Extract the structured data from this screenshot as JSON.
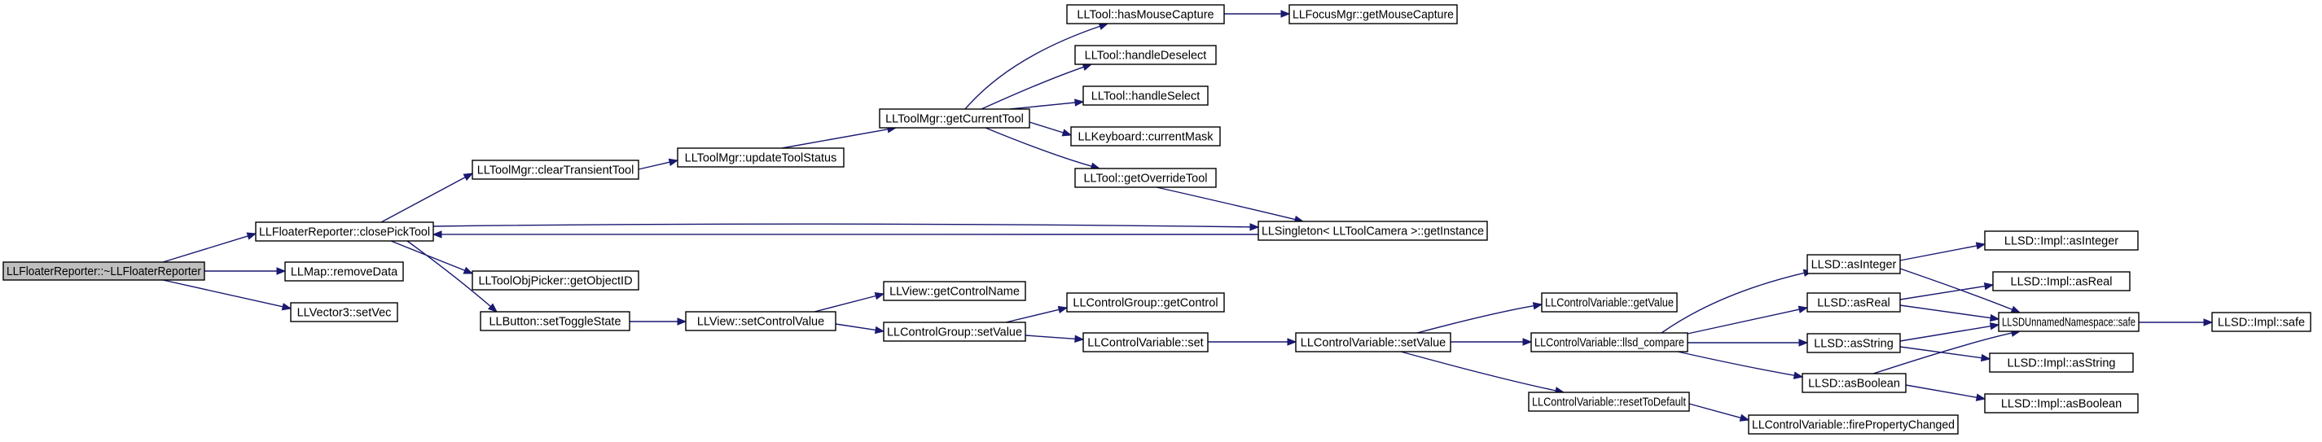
{
  "nodes": {
    "root": "LLFloaterReporter::~LLFloaterReporter",
    "closePickTool": "LLFloaterReporter::closePickTool",
    "removeData": "LLMap::removeData",
    "setVec": "LLVector3::setVec",
    "clearTransientTool": "LLToolMgr::clearTransientTool",
    "getInstance": "LLSingleton< LLToolCamera >::getInstance",
    "getObjectID": "LLToolObjPicker::getObjectID",
    "setToggleState": "LLButton::setToggleState",
    "updateToolStatus": "LLToolMgr::updateToolStatus",
    "getCurrentTool": "LLToolMgr::getCurrentTool",
    "hasMouseCapture": "LLTool::hasMouseCapture",
    "handleDeselect": "LLTool::handleDeselect",
    "handleSelect": "LLTool::handleSelect",
    "currentMask": "LLKeyboard::currentMask",
    "getOverrideTool": "LLTool::getOverrideTool",
    "getMouseCapture": "LLFocusMgr::getMouseCapture",
    "setControlValue": "LLView::setControlValue",
    "getControlName": "LLView::getControlName",
    "groupSetValue": "LLControlGroup::setValue",
    "getControl": "LLControlGroup::getControl",
    "cvSet": "LLControlVariable::set",
    "cvSetValue": "LLControlVariable::setValue",
    "getValue": "LLControlVariable::getValue",
    "llsdCompare": "LLControlVariable::llsd_compare",
    "resetToDefault": "LLControlVariable::resetToDefault",
    "firePropertyChanged": "LLControlVariable::firePropertyChanged",
    "asInteger": "LLSD::asInteger",
    "asReal": "LLSD::asReal",
    "asString": "LLSD::asString",
    "asBoolean": "LLSD::asBoolean",
    "implAsInteger": "LLSD::Impl::asInteger",
    "implAsReal": "LLSD::Impl::asReal",
    "safeNs": "LLSDUnnamedNamespace::safe",
    "implAsString": "LLSD::Impl::asString",
    "implAsBoolean": "LLSD::Impl::asBoolean",
    "implSafe": "LLSD::Impl::safe"
  },
  "edges": [
    [
      "root",
      "closePickTool"
    ],
    [
      "root",
      "removeData"
    ],
    [
      "root",
      "setVec"
    ],
    [
      "closePickTool",
      "clearTransientTool"
    ],
    [
      "closePickTool",
      "getInstance"
    ],
    [
      "closePickTool",
      "getObjectID"
    ],
    [
      "closePickTool",
      "setToggleState"
    ],
    [
      "clearTransientTool",
      "updateToolStatus"
    ],
    [
      "updateToolStatus",
      "getCurrentTool"
    ],
    [
      "getCurrentTool",
      "hasMouseCapture"
    ],
    [
      "getCurrentTool",
      "handleDeselect"
    ],
    [
      "getCurrentTool",
      "handleSelect"
    ],
    [
      "getCurrentTool",
      "currentMask"
    ],
    [
      "getCurrentTool",
      "getOverrideTool"
    ],
    [
      "hasMouseCapture",
      "getMouseCapture"
    ],
    [
      "getOverrideTool",
      "getInstance"
    ],
    [
      "getInstance",
      "closePickTool"
    ],
    [
      "setToggleState",
      "setControlValue"
    ],
    [
      "setControlValue",
      "getControlName"
    ],
    [
      "setControlValue",
      "groupSetValue"
    ],
    [
      "groupSetValue",
      "getControl"
    ],
    [
      "groupSetValue",
      "cvSet"
    ],
    [
      "cvSet",
      "cvSetValue"
    ],
    [
      "cvSetValue",
      "getValue"
    ],
    [
      "cvSetValue",
      "llsdCompare"
    ],
    [
      "cvSetValue",
      "resetToDefault"
    ],
    [
      "resetToDefault",
      "firePropertyChanged"
    ],
    [
      "llsdCompare",
      "asInteger"
    ],
    [
      "llsdCompare",
      "asReal"
    ],
    [
      "llsdCompare",
      "asString"
    ],
    [
      "llsdCompare",
      "asBoolean"
    ],
    [
      "asInteger",
      "implAsInteger"
    ],
    [
      "asInteger",
      "safeNs"
    ],
    [
      "asReal",
      "implAsReal"
    ],
    [
      "asReal",
      "safeNs"
    ],
    [
      "asString",
      "safeNs"
    ],
    [
      "asString",
      "implAsString"
    ],
    [
      "asBoolean",
      "safeNs"
    ],
    [
      "asBoolean",
      "implAsBoolean"
    ],
    [
      "safeNs",
      "implSafe"
    ]
  ],
  "colors": {
    "edge": "#191970",
    "root_fill": "#bfbfbf",
    "node_fill": "#ffffff",
    "node_border": "#000000"
  }
}
